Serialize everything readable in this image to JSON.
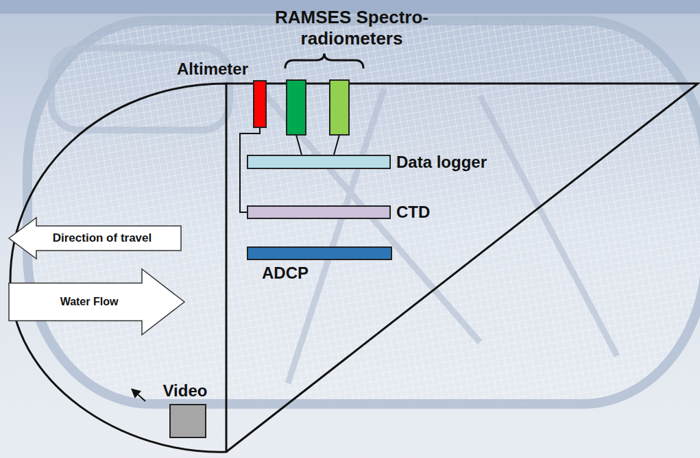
{
  "diagram": {
    "nodes": [
      {
        "text": [
          "Altimeter"
        ]
      },
      {
        "text": [
          "Data logger"
        ]
      },
      {
        "text": [
          "CTD"
        ]
      },
      {
        "text": [
          "Direction of travel"
        ]
      },
      {
        "text": [
          "ADCP"
        ]
      },
      {
        "text": [
          "Water Flow"
        ]
      },
      {
        "text": [
          "Video"
        ]
      }
    ],
    "edges": [
      {
        "from": 0,
        "to": 2,
        "arrow": "none"
      }
    ],
    "labels": [
      "RAMSES Spectro-radiometers"
    ]
  }
}
